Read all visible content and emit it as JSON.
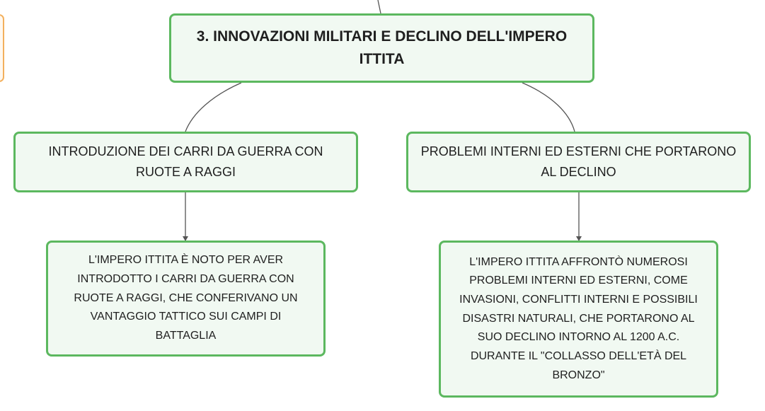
{
  "root": {
    "title": "3. INNOVAZIONI MILITARI E DECLINO DELL'IMPERO\nITTITA"
  },
  "branches": [
    {
      "label": "INTRODUZIONE DEI CARRI DA GUERRA CON\nRUOTE A RAGGI",
      "detail": "L'IMPERO ITTITA È NOTO PER AVER\nINTRODOTTO I CARRI DA GUERRA CON\nRUOTE A RAGGI, CHE CONFERIVANO UN\nVANTAGGIO TATTICO SUI CAMPI DI\nBATTAGLIA"
    },
    {
      "label": "PROBLEMI INTERNI ED ESTERNI CHE PORTARONO\nAL DECLINO",
      "detail": "L'IMPERO ITTITA AFFRONTÒ NUMEROSI\nPROBLEMI INTERNI ED ESTERNI, COME\nINVASIONI, CONFLITTI INTERNI E POSSIBILI\nDISASTRI NATURALI, CHE PORTARONO AL\nSUO DECLINO INTORNO AL 1200 A.C.\nDURANTE IL \"COLLASSO DELL'ETÀ DEL\nBRONZO\""
    }
  ],
  "colors": {
    "node_border": "#5cb85f",
    "node_fill": "#f1f9f2",
    "connector": "#555555",
    "partial_node_border": "#f3b05d"
  }
}
